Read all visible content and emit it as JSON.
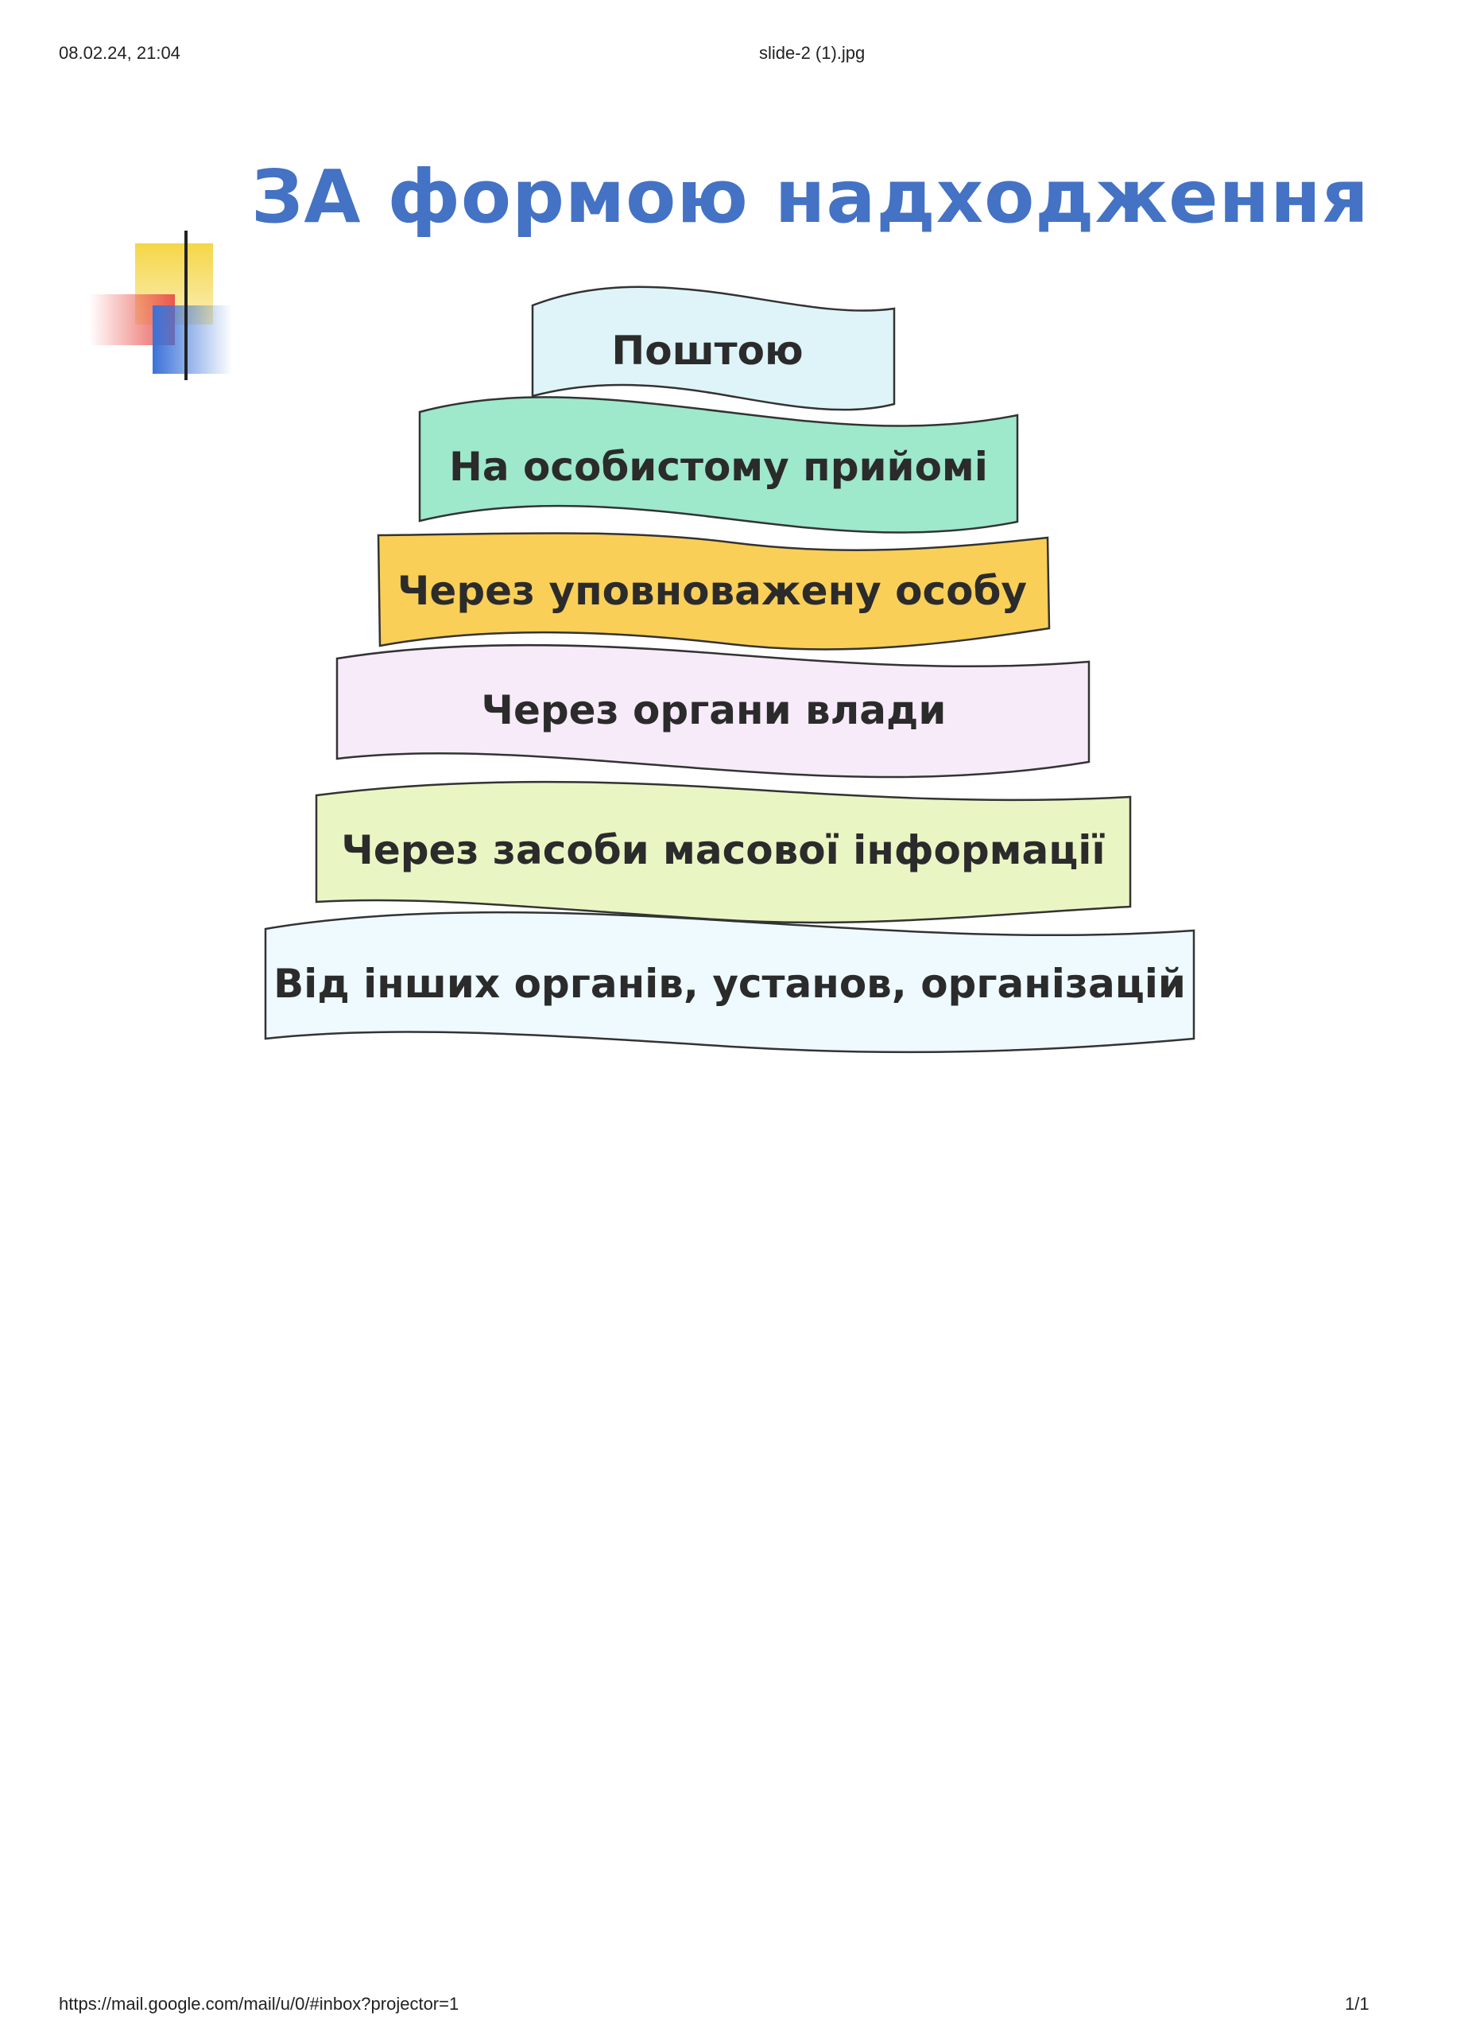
{
  "print_header": {
    "datetime": "08.02.24, 21:04",
    "filename": "slide-2 (1).jpg"
  },
  "slide": {
    "title": "ЗА формою надходження",
    "title_color": "#4472c4",
    "banners": [
      {
        "label": "Поштою",
        "fill": "#dff4f8"
      },
      {
        "label": "На особистому прийомі",
        "fill": "#9ee8cc"
      },
      {
        "label": "Через уповноважену особу",
        "fill": "#f9cf58"
      },
      {
        "label": "Через органи влади",
        "fill": "#f7eaf9"
      },
      {
        "label": "Через засоби масової інформації",
        "fill": "#eaf5c4"
      },
      {
        "label": "Від інших органів, установ, організацій",
        "fill": "#eefaff"
      }
    ]
  },
  "print_footer": {
    "url": "https://mail.google.com/mail/u/0/#inbox?projector=1",
    "page": "1/1"
  }
}
